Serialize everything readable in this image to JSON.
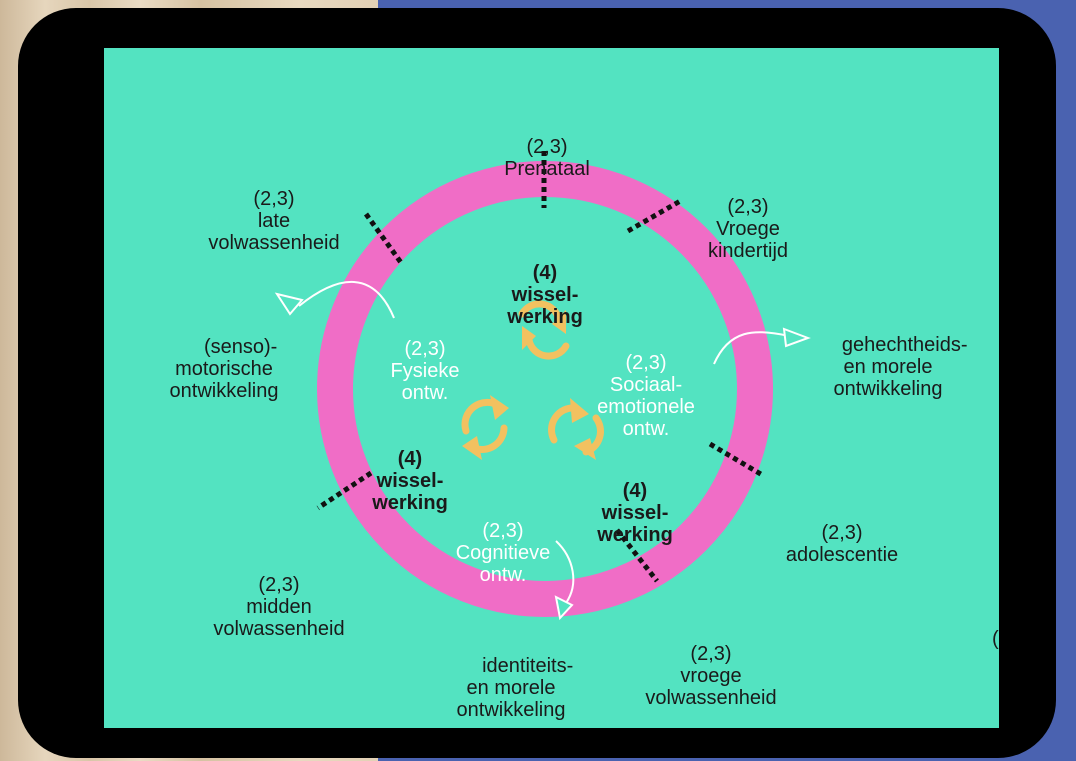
{
  "diagram": {
    "stages": [
      {
        "id": "prenataal",
        "num": "(2,3)",
        "text": "Prenataal"
      },
      {
        "id": "vroege-kindertijd",
        "num": "(2,3)",
        "text": "Vroege\nkindertijd"
      },
      {
        "id": "late-volwassenheid",
        "num": "(2,3)",
        "text": "late\nvolwassenheid"
      },
      {
        "id": "adolescentie",
        "num": "(2,3)",
        "text": "adolescentie"
      },
      {
        "id": "midden-volwassenheid",
        "num": "(2,3)",
        "text": "midden\nvolwassenheid"
      },
      {
        "id": "vroege-volwassenheid",
        "num": "(2,3)",
        "text": "vroege\nvolwassenheid"
      }
    ],
    "domains": [
      {
        "id": "fysieke",
        "num": "(2,3)",
        "text": "Fysieke\nontw."
      },
      {
        "id": "sociaal",
        "num": "(2,3)",
        "text": "Sociaal-\nemotionele\nontw."
      },
      {
        "id": "cognitieve",
        "num": "(2,3)",
        "text": "Cognitieve\nontw."
      }
    ],
    "interactions": [
      {
        "num": "(4)",
        "text": "wissel-\nwerking"
      },
      {
        "num": "(4)",
        "text": "wissel-\nwerking"
      },
      {
        "num": "(4)",
        "text": "wissel-\nwerking"
      }
    ],
    "outcomes": [
      {
        "id": "senso",
        "text": "(senso)-\nmotorische\nontwikkeling"
      },
      {
        "id": "gehecht",
        "text": "gehechtheids-\nen morele\nontwikkeling"
      },
      {
        "id": "identiteit",
        "text": "identiteits-\nen morele\nontwikkeling"
      }
    ],
    "partial_label": "(",
    "colors": {
      "background": "#53e3c1",
      "ring": "#f06dc6",
      "ticks": "#111111",
      "arrows": "#f2c160",
      "frame": "#000000"
    }
  }
}
